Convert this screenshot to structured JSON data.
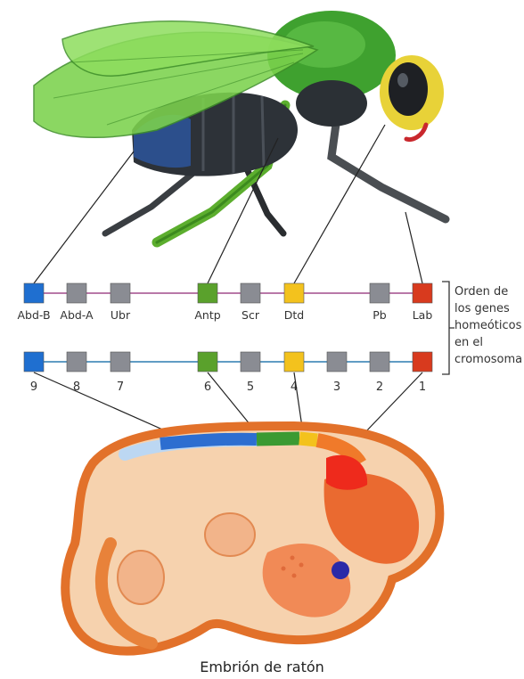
{
  "fly": {
    "genes": [
      {
        "label": "Abd-B",
        "color": "#1f6fd0"
      },
      {
        "label": "Abd-A",
        "color": "#8a8c93"
      },
      {
        "label": "Ubr",
        "color": "#8a8c93"
      },
      {
        "label": "Antp",
        "color": "#5aa12c"
      },
      {
        "label": "Scr",
        "color": "#8a8c93"
      },
      {
        "label": "Dtd",
        "color": "#f3c21d"
      },
      {
        "label": "Pb",
        "color": "#8a8c93"
      },
      {
        "label": "Lab",
        "color": "#d83a1e"
      }
    ],
    "line_color": "#a24b8c"
  },
  "mouse": {
    "genes": [
      {
        "label": "9",
        "color": "#1f6fd0"
      },
      {
        "label": "8",
        "color": "#8a8c93"
      },
      {
        "label": "7",
        "color": "#8a8c93"
      },
      {
        "label": "6",
        "color": "#5aa12c"
      },
      {
        "label": "5",
        "color": "#8a8c93"
      },
      {
        "label": "4",
        "color": "#f3c21d"
      },
      {
        "label": "3",
        "color": "#8a8c93"
      },
      {
        "label": "2",
        "color": "#8a8c93"
      },
      {
        "label": "1",
        "color": "#d83a1e"
      }
    ],
    "line_color": "#2c7cb0"
  },
  "note_lines": [
    "Orden de",
    "los genes",
    "homeóticos",
    "en el",
    "cromosoma"
  ],
  "caption": "Embrión de ratón"
}
